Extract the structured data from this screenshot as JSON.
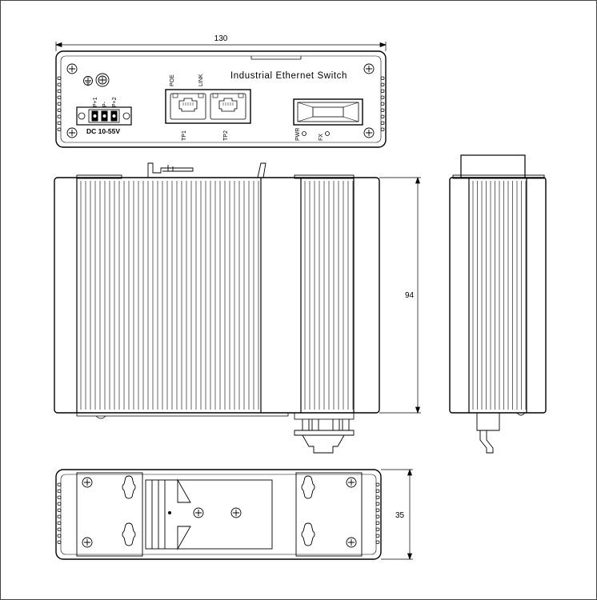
{
  "dimensions": {
    "width": "130",
    "height": "94",
    "depth": "35"
  },
  "front_panel": {
    "title": "Industrial Ethernet Switch",
    "power_label": "DC 10-55V",
    "terminal_labels": [
      "P+1",
      "P-",
      "P+2"
    ],
    "port_labels": [
      "TP1",
      "TP2"
    ],
    "port_led_labels": [
      "POE",
      "LINK"
    ],
    "status_leds": [
      "PWR",
      "FX"
    ]
  }
}
